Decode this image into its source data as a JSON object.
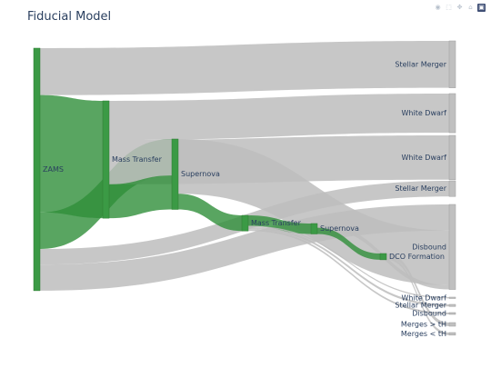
{
  "title": "Fiducial Model",
  "modebar": {
    "icons": [
      "camera-icon",
      "zoom-box-icon",
      "pan-icon",
      "home-icon",
      "plotly-logo-icon"
    ],
    "glyphs": [
      "◉",
      "⬚",
      "✥",
      "⌂",
      "▣"
    ]
  },
  "chart_data": {
    "type": "sankey",
    "title": "Fiducial Model",
    "colors": {
      "node": "#3b9a45",
      "node_terminal": "#c0c0c0",
      "link_main": "#2f8f3a",
      "link_end": "#bdbdbd"
    },
    "nodes": [
      {
        "id": 0,
        "label": "ZAMS"
      },
      {
        "id": 1,
        "label": "Mass Transfer"
      },
      {
        "id": 2,
        "label": "Supernova"
      },
      {
        "id": 3,
        "label": "Mass Transfer"
      },
      {
        "id": 4,
        "label": "Supernova"
      },
      {
        "id": 5,
        "label": "DCO Formation"
      },
      {
        "id": 6,
        "label": "Stellar Merger"
      },
      {
        "id": 7,
        "label": "White Dwarf"
      },
      {
        "id": 8,
        "label": "White Dwarf"
      },
      {
        "id": 9,
        "label": "Stellar Merger"
      },
      {
        "id": 10,
        "label": "Disbound"
      },
      {
        "id": 11,
        "label": "White Dwarf"
      },
      {
        "id": 12,
        "label": "Stellar Merger"
      },
      {
        "id": 13,
        "label": "Disbound"
      },
      {
        "id": 14,
        "label": "Merges > tH"
      },
      {
        "id": 15,
        "label": "Merges < tH"
      }
    ],
    "links": [
      {
        "source": 0,
        "target": 6,
        "value": 18
      },
      {
        "source": 0,
        "target": 1,
        "value": 45
      },
      {
        "source": 0,
        "target": 2,
        "value": 14
      },
      {
        "source": 0,
        "target": 9,
        "value": 6
      },
      {
        "source": 0,
        "target": 10,
        "value": 10
      },
      {
        "source": 1,
        "target": 7,
        "value": 15
      },
      {
        "source": 1,
        "target": 8,
        "value": 17
      },
      {
        "source": 1,
        "target": 2,
        "value": 13
      },
      {
        "source": 2,
        "target": 10,
        "value": 21
      },
      {
        "source": 2,
        "target": 3,
        "value": 6
      },
      {
        "source": 3,
        "target": 4,
        "value": 4
      },
      {
        "source": 3,
        "target": 11,
        "value": 0.5
      },
      {
        "source": 3,
        "target": 12,
        "value": 0.8
      },
      {
        "source": 3,
        "target": 13,
        "value": 0.7
      },
      {
        "source": 4,
        "target": 10,
        "value": 1.6
      },
      {
        "source": 4,
        "target": 5,
        "value": 2.4
      },
      {
        "source": 5,
        "target": 14,
        "value": 1.4
      },
      {
        "source": 5,
        "target": 15,
        "value": 1
      }
    ]
  }
}
